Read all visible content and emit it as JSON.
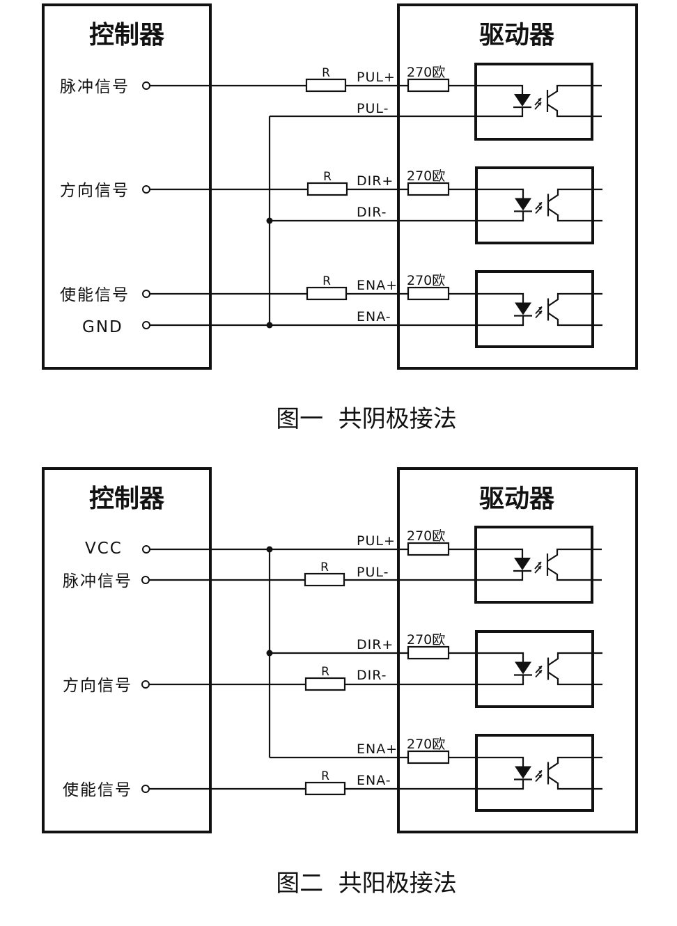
{
  "diagrams": [
    {
      "controller_title": "控制器",
      "driver_title": "驱动器",
      "controller_signals": [
        "脉冲信号",
        "方向信号",
        "使能信号",
        "GND"
      ],
      "resistor_label": "R",
      "pins": [
        "PUL+",
        "PUL-",
        "DIR+",
        "DIR-",
        "ENA+",
        "ENA-"
      ],
      "internal_resistor": "270欧",
      "caption": "图一  共阴极接法"
    },
    {
      "controller_title": "控制器",
      "driver_title": "驱动器",
      "controller_signals": [
        "VCC",
        "脉冲信号",
        "方向信号",
        "使能信号"
      ],
      "resistor_label": "R",
      "pins": [
        "PUL+",
        "PUL-",
        "DIR+",
        "DIR-",
        "ENA+",
        "ENA-"
      ],
      "internal_resistor": "270欧",
      "caption": "图二  共阳极接法"
    }
  ]
}
